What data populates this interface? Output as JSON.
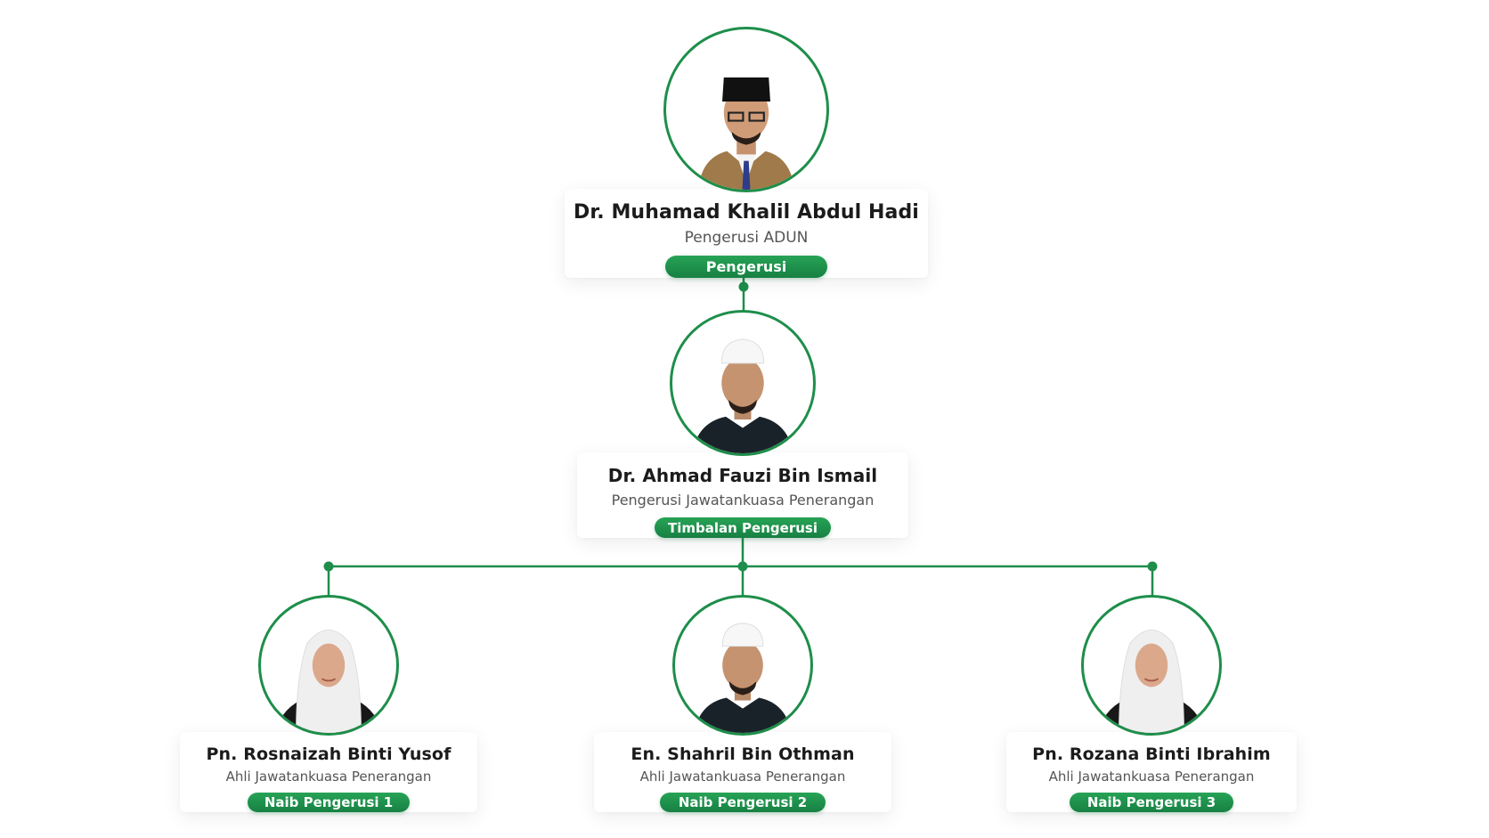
{
  "colors": {
    "accent": "#1e8e4a",
    "badge_top": "#27a356",
    "badge_bottom": "#178043",
    "name_text": "#1b1b1b",
    "title_text": "#555555"
  },
  "members": [
    {
      "name": "Dr. Muhamad Khalil Abdul Hadi",
      "title": "Pengerusi ADUN",
      "role": "Pengerusi",
      "photo_icon": "man-songkok-suit-portrait-icon"
    },
    {
      "name": "Dr. Ahmad Fauzi Bin Ismail",
      "title": "Pengerusi Jawatankuasa Penerangan",
      "role": "Timbalan Pengerusi",
      "photo_icon": "man-kopiah-portrait-icon"
    },
    {
      "name": "Pn. Rosnaizah Binti Yusof",
      "title": "Ahli Jawatankuasa Penerangan",
      "role": "Naib Pengerusi 1",
      "photo_icon": "woman-hijab-portrait-icon"
    },
    {
      "name": "En. Shahril Bin Othman",
      "title": "Ahli Jawatankuasa Penerangan",
      "role": "Naib Pengerusi 2",
      "photo_icon": "man-kopiah-portrait-icon"
    },
    {
      "name": "Pn. Rozana Binti Ibrahim",
      "title": "Ahli Jawatankuasa Penerangan",
      "role": "Naib Pengerusi 3",
      "photo_icon": "woman-hijab-portrait-icon"
    }
  ]
}
